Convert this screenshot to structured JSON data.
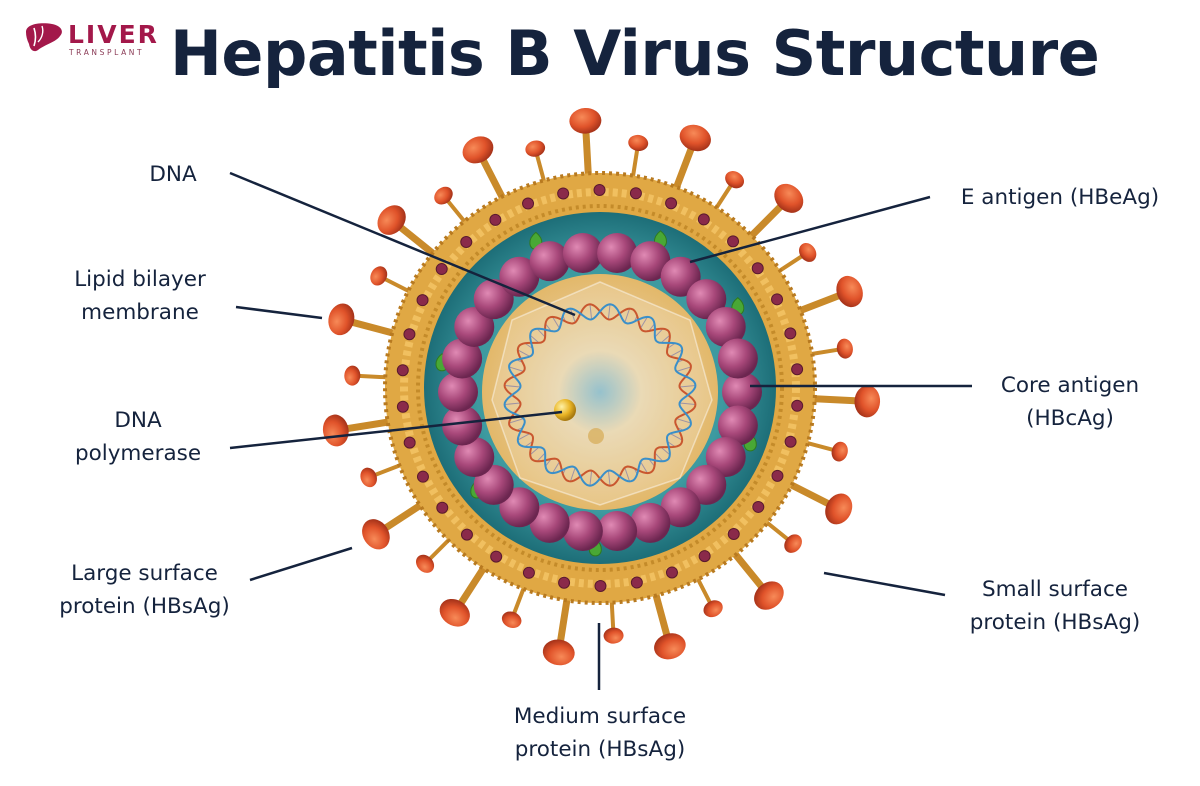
{
  "logo": {
    "name": "LIVER",
    "subtitle": "TRANSPLANT"
  },
  "title": "Hepatitis B Virus Structure",
  "labels": {
    "dna": "DNA",
    "lipid_line1": "Lipid bilayer",
    "lipid_line2": "membrane",
    "polymerase_line1": "DNA",
    "polymerase_line2": "polymerase",
    "large_line1": "Large surface",
    "large_line2": "protein (HBsAg)",
    "e_antigen": "E antigen (HBeAg)",
    "core_line1": "Core antigen",
    "core_line2": "(HBcAg)",
    "small_line1": "Small surface",
    "small_line2": "protein (HBsAg)",
    "medium_line1": "Medium surface",
    "medium_line2": "protein (HBsAg)"
  },
  "colors": {
    "title": "#15233d",
    "brand": "#a3184a",
    "spike": "#e0532a",
    "membrane": "#d9a13b",
    "capsid": "#a8487a",
    "matrix": "#2b7f86",
    "core": "#e8d9a8",
    "dna_strand_1": "#c9572f",
    "dna_strand_2": "#3a8fc9",
    "e_antigen": "#49a835",
    "polymerase": "#e9b424"
  }
}
